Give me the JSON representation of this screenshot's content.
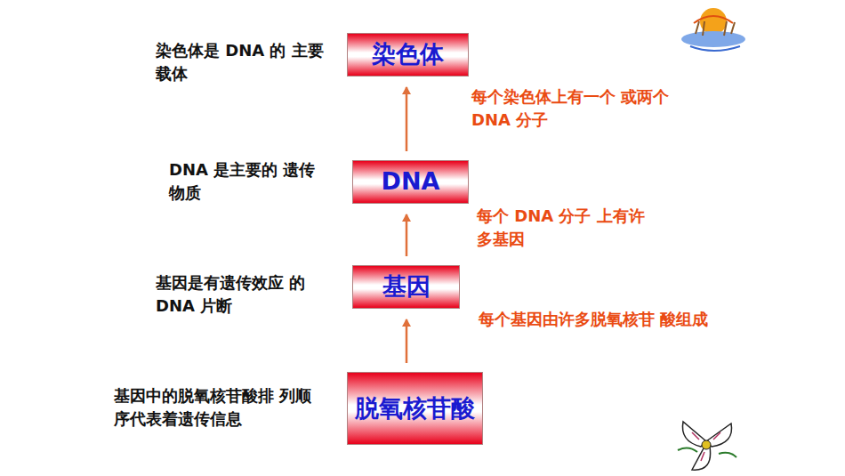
{
  "diagram": {
    "nodes": [
      {
        "text": [
          "染色体"
        ]
      },
      {
        "text": [
          "DNA"
        ]
      },
      {
        "text": [
          "基因"
        ]
      },
      {
        "text": [
          "脱氧核苷酸"
        ]
      }
    ],
    "edges": [
      {
        "from": 3,
        "to": 2,
        "arrow": "to",
        "label": "每个基因由许多脱氧核苷 酸组成"
      },
      {
        "from": 2,
        "to": 1,
        "arrow": "to",
        "label": "每个 DNA 分子 上有许多基因"
      },
      {
        "from": 1,
        "to": 0,
        "arrow": "to",
        "label": "每个染色体上有一个 或两个 DNA 分子"
      }
    ],
    "labels": [
      "染色体是 DNA 的 主要载体",
      "DNA 是主要的 遗传物质",
      "基因是有遗传效应 的 DNA 片断",
      "基因中的脱氧核苷酸排 列顺序代表着遗传信息"
    ]
  }
}
